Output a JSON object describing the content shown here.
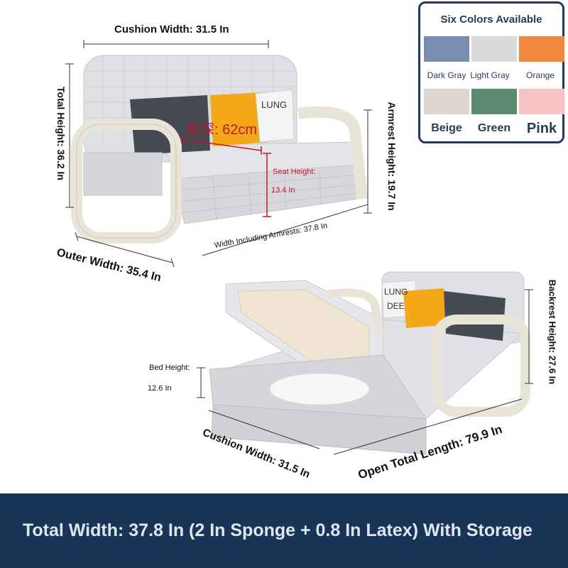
{
  "dimensions": {
    "cushion_width_top": "Cushion Width: 31.5 In",
    "total_height": "Total Height: 36.2 In",
    "armrest_height": "Armrest Height: 19.7 In",
    "seat_depth": "坐深: 62cm",
    "seat_height_label": "Seat Height:",
    "seat_height_value": "13.4 In",
    "width_incl_armrests": "Width Including Armrests: 37.8 In",
    "outer_width": "Outer Width: 35.4 In",
    "backrest_height": "Backrest Height: 27.6 In",
    "bed_height_label": "Bed Height:",
    "bed_height_value": "12.6 In",
    "cushion_width_bottom": "Cushion Width: 31.5 In",
    "open_total_length": "Open Total Length: 79.9 In"
  },
  "pillow_text": {
    "word1": "LUNG",
    "word2": "DEE"
  },
  "colors_panel": {
    "title": "Six Colors Available",
    "swatches": [
      {
        "name": "Dark Gray",
        "hex": "#7b8cb3"
      },
      {
        "name": "Light Gray",
        "hex": "#d9d9db"
      },
      {
        "name": "Orange",
        "hex": "#ef8a3c"
      },
      {
        "name": "Beige",
        "hex": "#dcd6ce"
      },
      {
        "name": "Green",
        "hex": "#5b8c70"
      },
      {
        "name": "Pink",
        "hex": "#f5c3c3"
      }
    ]
  },
  "bottom_banner": {
    "text": "Total Width: 37.8 In (2 In Sponge + 0.8 In Latex) With Storage"
  },
  "palette": {
    "banner_bg": "#183558",
    "panel_border": "#1f3a5f",
    "dimension_red": "#c0172a"
  }
}
